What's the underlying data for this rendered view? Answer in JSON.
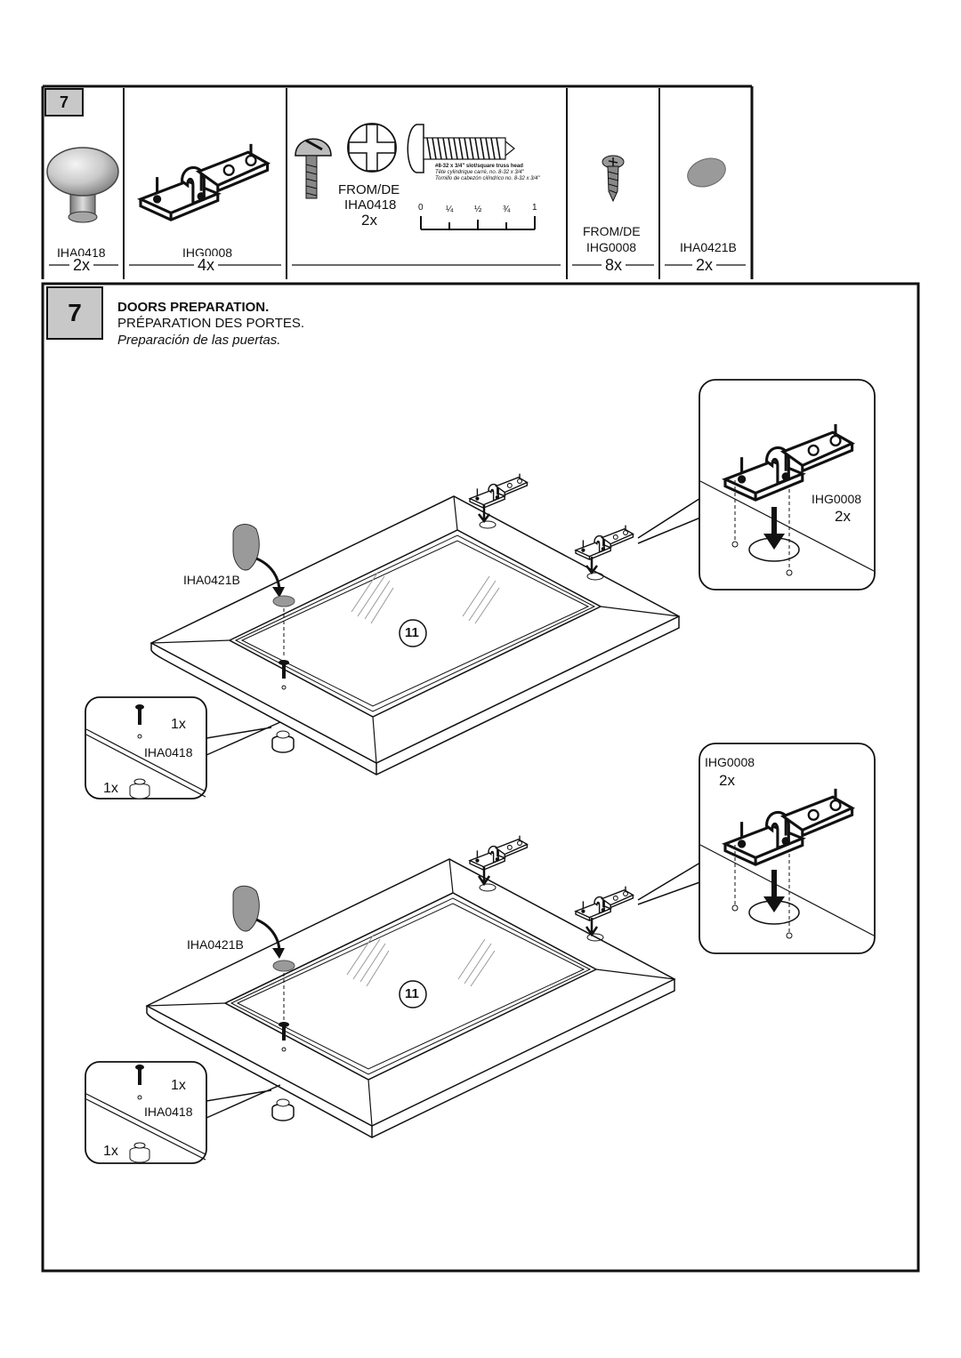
{
  "step_number": "7",
  "parts_panel": {
    "items": [
      {
        "code": "IHA0418",
        "qty": "2x"
      },
      {
        "code": "IHG0008",
        "qty": "4x"
      },
      {
        "code_prefix": "FROM/DE",
        "code": "IHA0418",
        "qty": "2x",
        "screw_spec_bold": "#8-32 x 3/4\" slot/square truss head",
        "screw_spec_fr": "Tête cylindrique carré, no. 8-32 x 3/4\"",
        "screw_spec_es": "Tornillo de cabezón cilíndrico no. 8-32 x 3/4\"",
        "ruler_ticks": [
          "0",
          "¼",
          "½",
          "¾",
          "1"
        ]
      },
      {
        "code_prefix": "FROM/DE",
        "code": "IHG0008",
        "qty": "8x"
      },
      {
        "code": "IHA0421B",
        "qty": "2x"
      }
    ]
  },
  "instructions": {
    "title_en": "DOORS PREPARATION.",
    "title_fr": "PRÉPARATION DES PORTES.",
    "title_es": "Preparación de las puertas."
  },
  "door_1": {
    "part_number": "11",
    "bumper_label": "IHA0421B",
    "hinge_callout": {
      "code": "IHG0008",
      "qty": "2x"
    },
    "knob_callout": {
      "screw_qty": "1x",
      "code": "IHA0418",
      "knob_qty": "1x"
    }
  },
  "door_2": {
    "part_number": "11",
    "bumper_label": "IHA0421B",
    "hinge_callout": {
      "code": "IHG0008",
      "qty": "2x"
    },
    "knob_callout": {
      "screw_qty": "1x",
      "code": "IHA0418",
      "knob_qty": "1x"
    }
  },
  "colors": {
    "line": "#111111",
    "step_box_fill": "#c8c8c8",
    "bumper_fill": "#9a9a9a"
  },
  "icons": [
    "knob-icon",
    "hinge-icon",
    "truss-screw-icon",
    "wood-screw-icon",
    "bumper-pad-icon",
    "arrow-down-icon"
  ]
}
